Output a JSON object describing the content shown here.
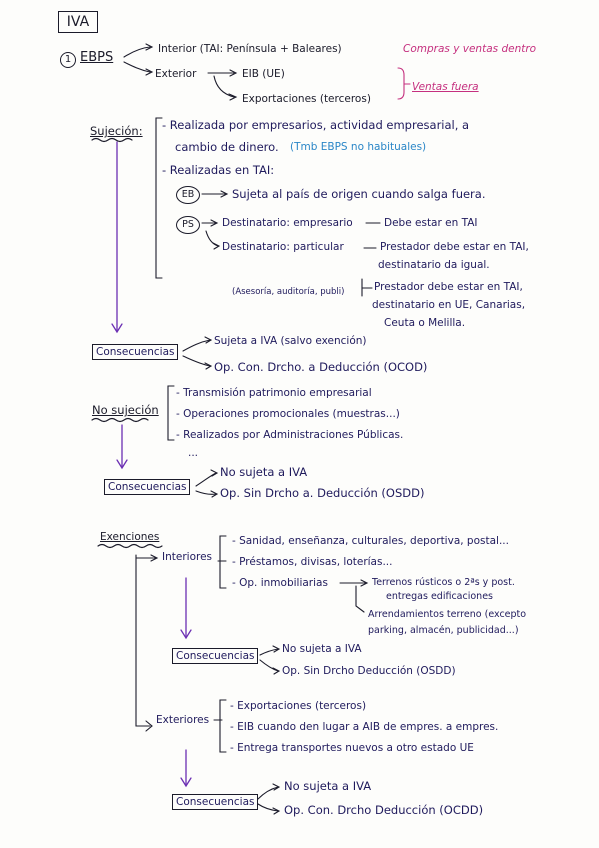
{
  "title": "IVA",
  "ebps": {
    "number": "1",
    "label": "EBPS",
    "interior": "Interior (TAI: Península + Baleares)",
    "interior_note": "Compras y ventas dentro",
    "exterior": "Exterior",
    "eib": "EIB (UE)",
    "exportaciones": "Exportaciones (terceros)",
    "ventas_fuera": "Ventas fuera"
  },
  "sujecion": {
    "label": "Sujeción:",
    "line1": "- Realizada por empresarios, actividad empresarial, a",
    "line2": "cambio de dinero.",
    "line2_note": "(Tmb EBPS no habituales)",
    "line3": "- Realizadas en TAI:",
    "eb_tag": "EB",
    "eb_text": "Sujeta al país de origen cuando salga fuera.",
    "ps_tag": "PS",
    "ps_dest1": "Destinatario: empresario",
    "ps_dest1_result": "Debe estar en TAI",
    "ps_dest2": "Destinatario: particular",
    "ps_dest2_result1": "Prestador debe estar en TAI,",
    "ps_dest2_result1b": "destinatario da igual.",
    "asesoria": "(Asesoría, auditoría, publi)",
    "ps_dest2_result2": "Prestador debe estar en TAI,",
    "ps_dest2_result2b": "destinatario en UE, Canarias,",
    "ps_dest2_result2c": "Ceuta o Melilla."
  },
  "cons1": {
    "label": "Consecuencias",
    "line1": "Sujeta a IVA (salvo exención)",
    "line2": "Op. Con. Drcho. a Deducción (OCOD)"
  },
  "no_sujecion": {
    "label": "No sujeción",
    "line1": "- Transmisión patrimonio empresarial",
    "line2": "- Operaciones promocionales (muestras...)",
    "line3": "- Realizados por Administraciones Públicas.",
    "line4": "..."
  },
  "cons2": {
    "label": "Consecuencias",
    "line1": "No sujeta a IVA",
    "line2": "Op. Sin Drcho a. Deducción (OSDD)"
  },
  "exenciones": {
    "label": "Exenciones",
    "interiores": "Interiores",
    "int1": "- Sanidad, enseñanza, culturales, deportiva, postal...",
    "int2": "- Préstamos, divisas, loterías...",
    "int3": "- Op. inmobiliarias",
    "int3_r1": "Terrenos rústicos o 2ªs y post.",
    "int3_r1b": "entregas edificaciones",
    "int3_r2": "Arrendamientos terreno (excepto",
    "int3_r2b": "parking, almacén, publicidad...)",
    "exteriores": "Exteriores",
    "ext1": "- Exportaciones (terceros)",
    "ext2": "- EIB cuando den lugar a AIB de empres. a empres.",
    "ext3": "- Entrega transportes nuevos a otro estado UE"
  },
  "cons3": {
    "label": "Consecuencias",
    "line1": "No sujeta a IVA",
    "line2": "Op. Sin Drcho Deducción (OSDD)"
  },
  "cons4": {
    "label": "Consecuencias",
    "line1": "No sujeta a IVA",
    "line2": "Op. Con. Drcho Deducción (OCDD)"
  },
  "colors": {
    "ink": "#1f1a5c",
    "black": "#1b1b2a",
    "pink": "#c5307f",
    "cyan": "#2a86c7",
    "purple": "#6b2fb3"
  }
}
